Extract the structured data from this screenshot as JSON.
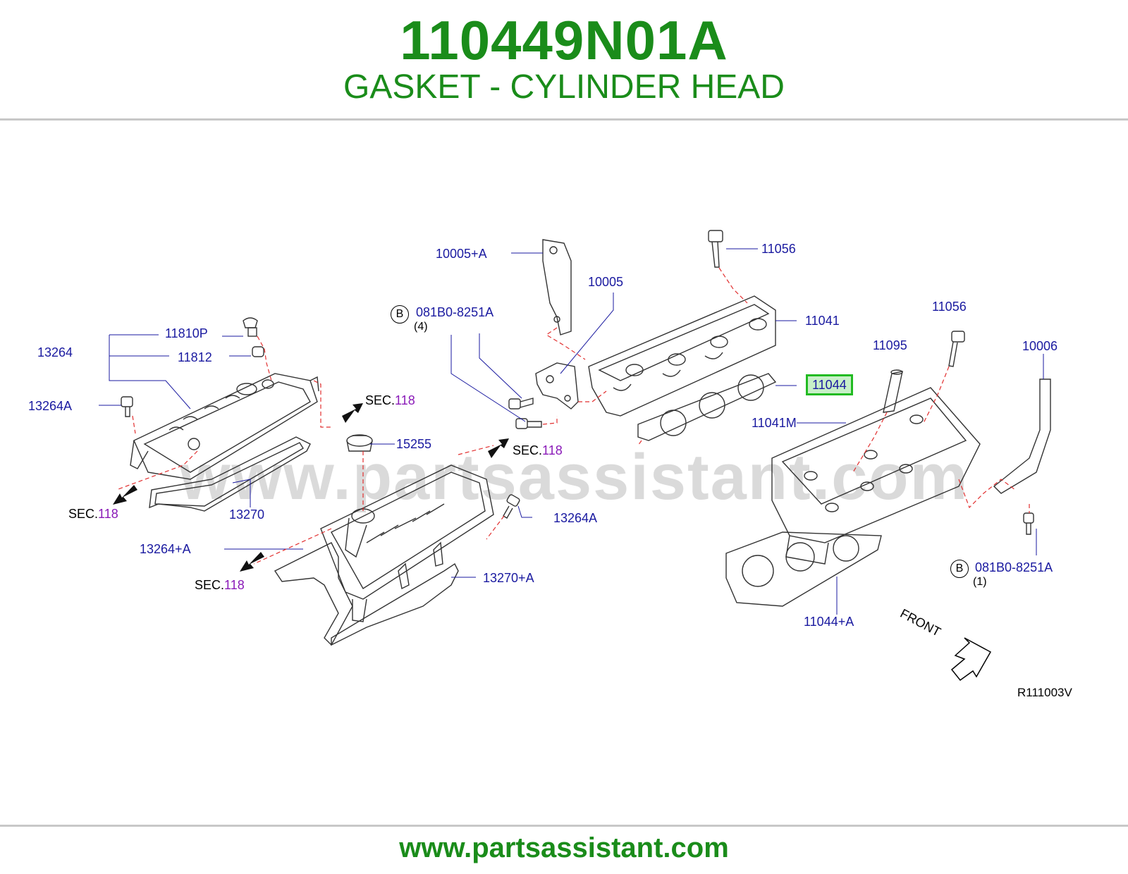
{
  "header": {
    "part_number": "110449N01A",
    "part_name": "GASKET - CYLINDER HEAD"
  },
  "footer": {
    "url": "www.partsassistant.com"
  },
  "watermark": "www.partsassistant.com",
  "diagram_ref": "R111003V",
  "front_label": "FRONT",
  "callouts": {
    "c10005A": "10005+A",
    "c11056a": "11056",
    "c10005": "10005",
    "c081B0a": "081B0-8251A",
    "qty_a": "(4)",
    "c11041": "11041",
    "c11056b": "11056",
    "c11095": "11095",
    "c10006": "10006",
    "c11044": "11044",
    "c11041M": "11041M",
    "c11810P": "11810P",
    "c13264": "13264",
    "c11812": "11812",
    "c13264A_l": "13264A",
    "c15255": "15255",
    "c13270": "13270",
    "c13264A_m": "13264A",
    "c13264pA": "13264+A",
    "c13270pA": "13270+A",
    "c081B0b": "081B0-8251A",
    "qty_b": "(1)",
    "c11044pA": "11044+A",
    "b_label": "B"
  },
  "sec_labels": {
    "prefix": "SEC.",
    "num": "118"
  },
  "colors": {
    "brand_green": "#1a8c1a",
    "callout_blue": "#1a1aa0",
    "sec_purple": "#8a1ab8",
    "highlight_fill": "#c8f0c8",
    "highlight_border": "#22bb22"
  },
  "highlighted_part": "11044"
}
